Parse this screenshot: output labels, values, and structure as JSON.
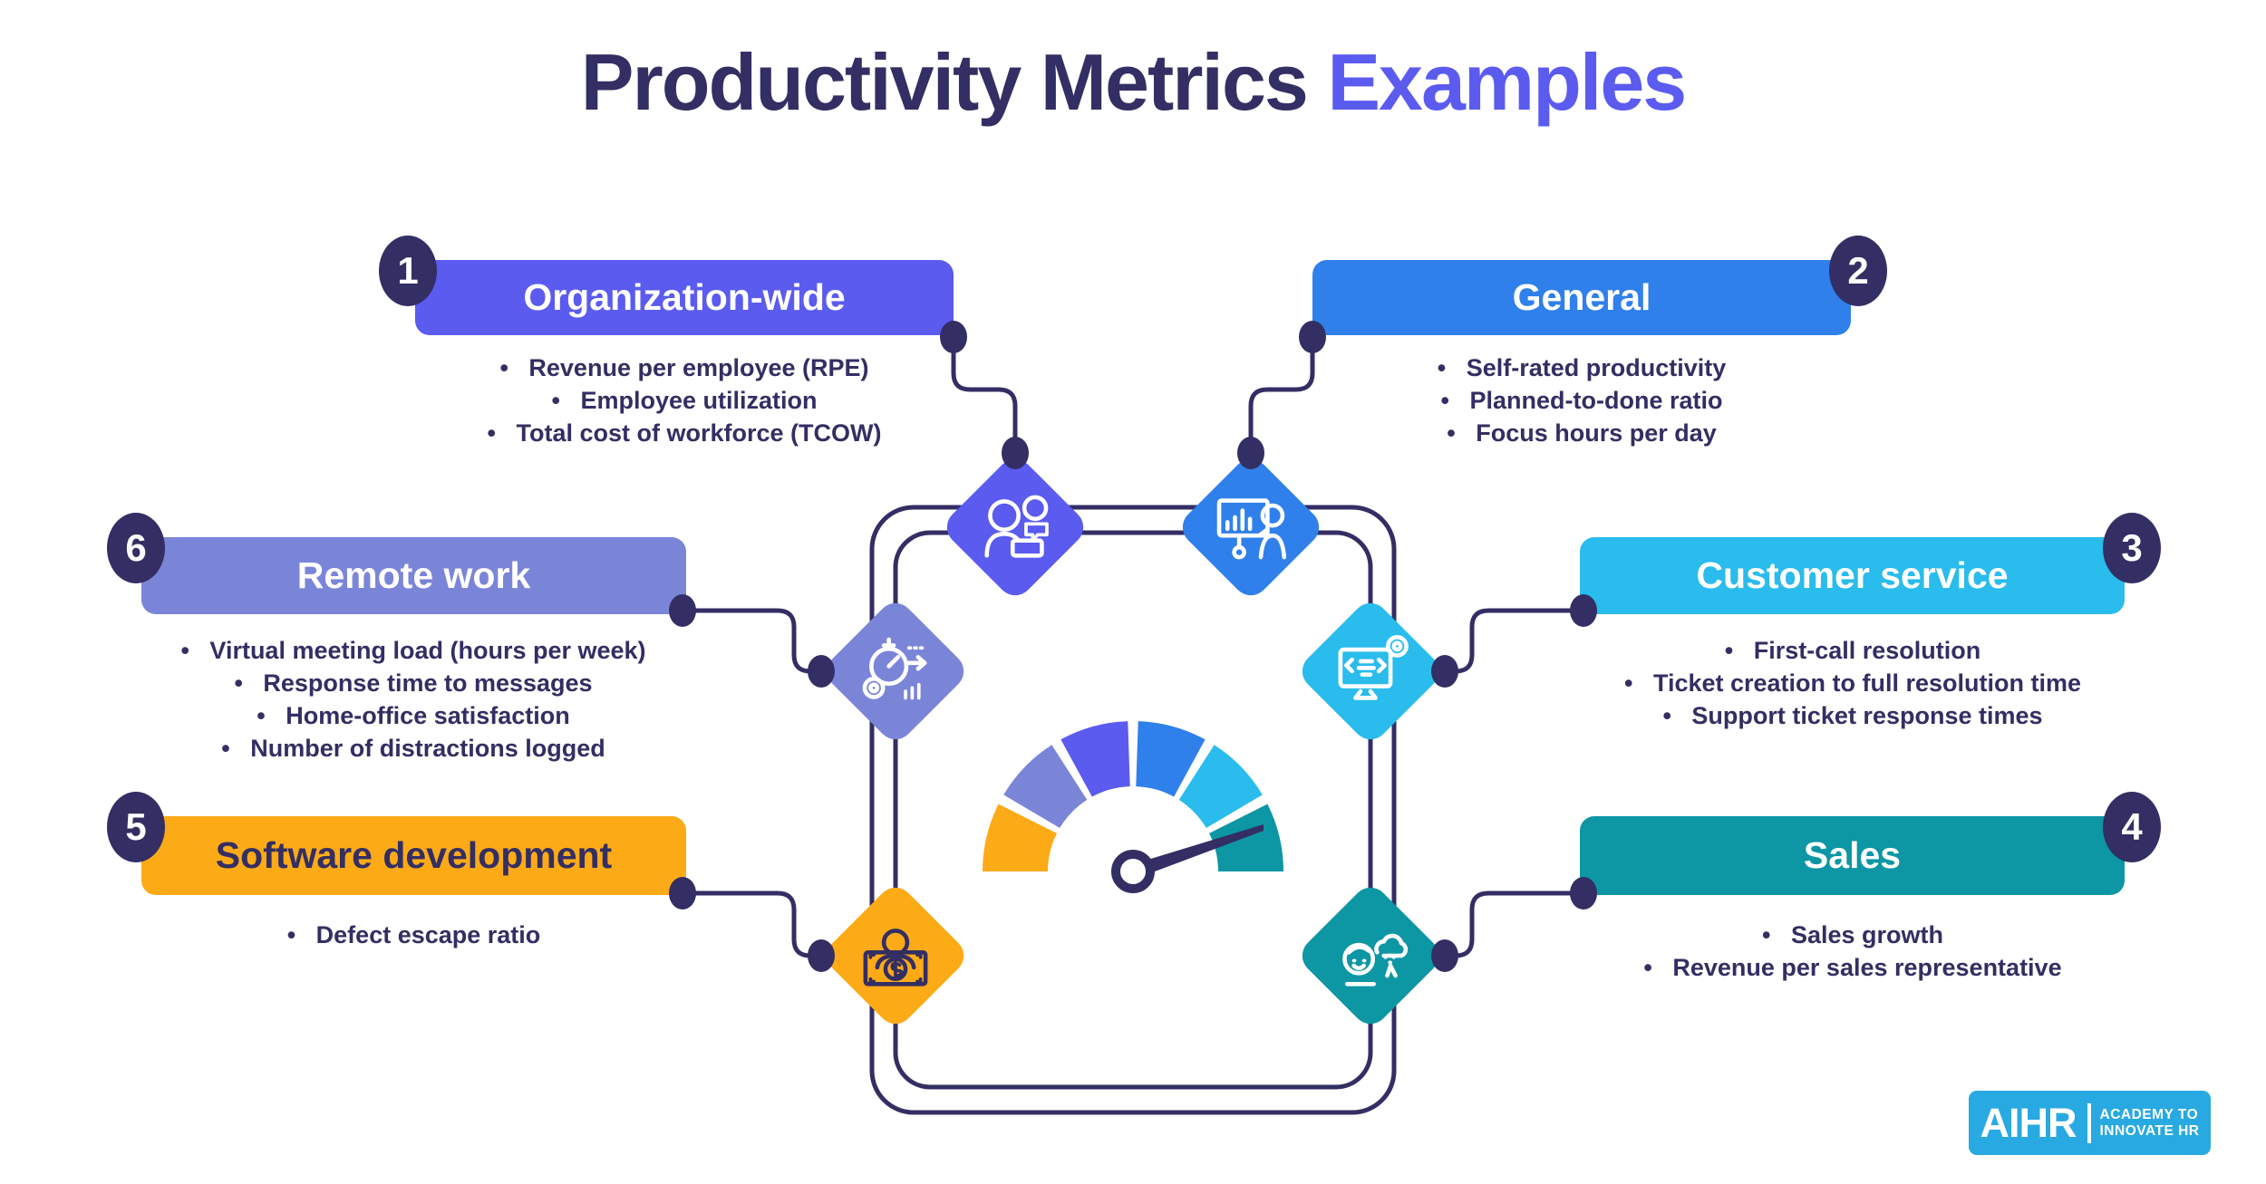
{
  "title": {
    "main": "Productivity Metrics",
    "accent": "Examples"
  },
  "palette": {
    "navy": "#332e63",
    "purple": "#5b5bf0",
    "blue": "#2f80ea",
    "cyan": "#29bcec",
    "teal": "#0d96a4",
    "periwinkle": "#7b85d8",
    "orange": "#fdaa17",
    "logo_blue": "#29a9e1",
    "background": "#ffffff"
  },
  "sections": [
    {
      "number": "1",
      "label": "Organization-wide",
      "color": "#5b5bf0",
      "icon": "employee-chat-icon",
      "bullets": [
        "Revenue per employee (RPE)",
        "Employee utilization",
        "Total cost of workforce (TCOW)"
      ]
    },
    {
      "number": "2",
      "label": "General",
      "color": "#2f80ea",
      "icon": "presentation-chart-icon",
      "bullets": [
        "Self-rated productivity",
        "Planned-to-done ratio",
        "Focus hours per day"
      ]
    },
    {
      "number": "3",
      "label": "Customer service",
      "color": "#29bcec",
      "icon": "service-monitor-icon",
      "bullets": [
        "First-call resolution",
        "Ticket creation to full resolution time",
        "Support ticket response times"
      ]
    },
    {
      "number": "4",
      "label": "Sales",
      "color": "#0d96a4",
      "icon": "sales-cloud-icon",
      "bullets": [
        "Sales growth",
        "Revenue per sales representative"
      ]
    },
    {
      "number": "5",
      "label": "Software development",
      "color": "#fdaa17",
      "icon": "developer-money-icon",
      "bullets": [
        "Defect escape ratio"
      ]
    },
    {
      "number": "6",
      "label": "Remote work",
      "color": "#7b85d8",
      "icon": "productivity-timer-icon",
      "bullets": [
        "Virtual meeting load (hours per week)",
        "Response time to messages",
        "Home-office satisfaction",
        "Number of distractions logged"
      ]
    }
  ],
  "gauge": {
    "type": "gauge",
    "segment_colors": [
      "#fdaa17",
      "#7b85d8",
      "#5b5bf0",
      "#2f80ea",
      "#29bcec",
      "#0d96a4"
    ],
    "start_angle": 180,
    "end_angle": 0,
    "gap_deg": 4,
    "needle_color": "#332e63"
  },
  "logo": {
    "brand": "AIHR",
    "tagline": [
      "ACADEMY TO",
      "INNOVATE HR"
    ]
  }
}
